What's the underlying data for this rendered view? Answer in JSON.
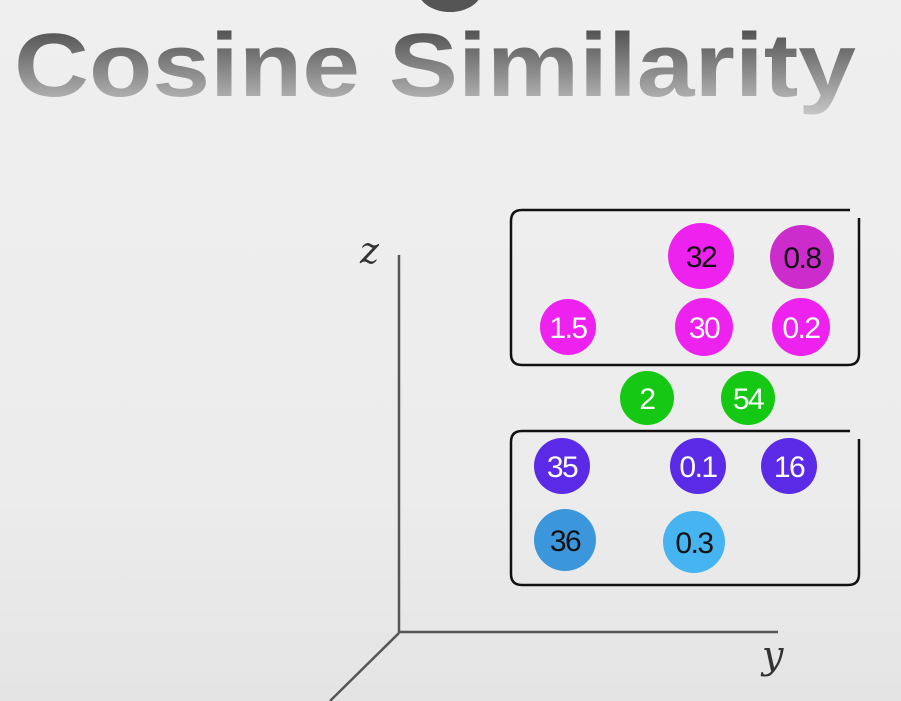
{
  "title": "Cosine Similarity",
  "axes": {
    "z_label": "z",
    "y_label": "y"
  },
  "colors": {
    "magenta": "#ee22ee",
    "magenta_dark": "#cc2ccc",
    "green": "#14c814",
    "violet": "#5a2ae6",
    "blue": "#3c96dc",
    "light_blue": "#46b4f0",
    "box_stroke": "#111111",
    "axis_stroke": "#555555"
  },
  "groups": [
    {
      "name": "top",
      "circles": [
        {
          "label": "32",
          "color": "magenta",
          "text_color": "#111111"
        },
        {
          "label": "0.8",
          "color": "magenta_dark",
          "text_color": "#111111"
        },
        {
          "label": "1.5",
          "color": "magenta",
          "text_color": "#ffffff"
        },
        {
          "label": "30",
          "color": "magenta",
          "text_color": "#ffffff"
        },
        {
          "label": "0.2",
          "color": "magenta",
          "text_color": "#ffffff"
        }
      ]
    },
    {
      "name": "middle",
      "circles": [
        {
          "label": "2",
          "color": "green",
          "text_color": "#ffffff"
        },
        {
          "label": "54",
          "color": "green",
          "text_color": "#ffffff"
        }
      ]
    },
    {
      "name": "bottom",
      "circles": [
        {
          "label": "35",
          "color": "violet",
          "text_color": "#ffffff"
        },
        {
          "label": "0.1",
          "color": "violet",
          "text_color": "#ffffff"
        },
        {
          "label": "16",
          "color": "violet",
          "text_color": "#ffffff"
        },
        {
          "label": "36",
          "color": "blue",
          "text_color": "#111111"
        },
        {
          "label": "0.3",
          "color": "light_blue",
          "text_color": "#111111"
        }
      ]
    }
  ]
}
